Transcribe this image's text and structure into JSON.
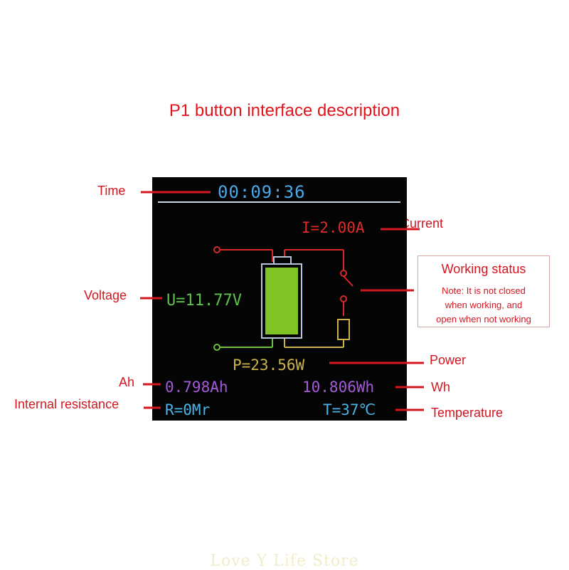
{
  "title": "P1 button interface description",
  "labels": {
    "time": "Time",
    "current": "Current",
    "voltage": "Voltage",
    "power": "Power",
    "ah": "Ah",
    "wh": "Wh",
    "internal_resistance": "Internal resistance",
    "temperature": "Temperature"
  },
  "working_status": {
    "title": "Working status",
    "note_line1": "Note: It is not closed",
    "note_line2": "when working, and",
    "note_line3": "open when not working"
  },
  "screen": {
    "time": "00:09:36",
    "current": "I=2.00A",
    "voltage": "U=11.77V",
    "power": "P=23.56W",
    "ah": "0.798Ah",
    "wh": "10.806Wh",
    "resistance": "R=0Mr",
    "temperature": "T=37℃"
  },
  "colors": {
    "label_red": "#d41620",
    "screen_bg": "#050505",
    "time_blue": "#4aa8e8",
    "current_red": "#e02a2a",
    "voltage_green": "#5cc24a",
    "power_yellow": "#c9b34a",
    "ah_purple": "#a45ad8",
    "info_blue": "#4ab4e8"
  },
  "watermark": "Love Y Life Store"
}
